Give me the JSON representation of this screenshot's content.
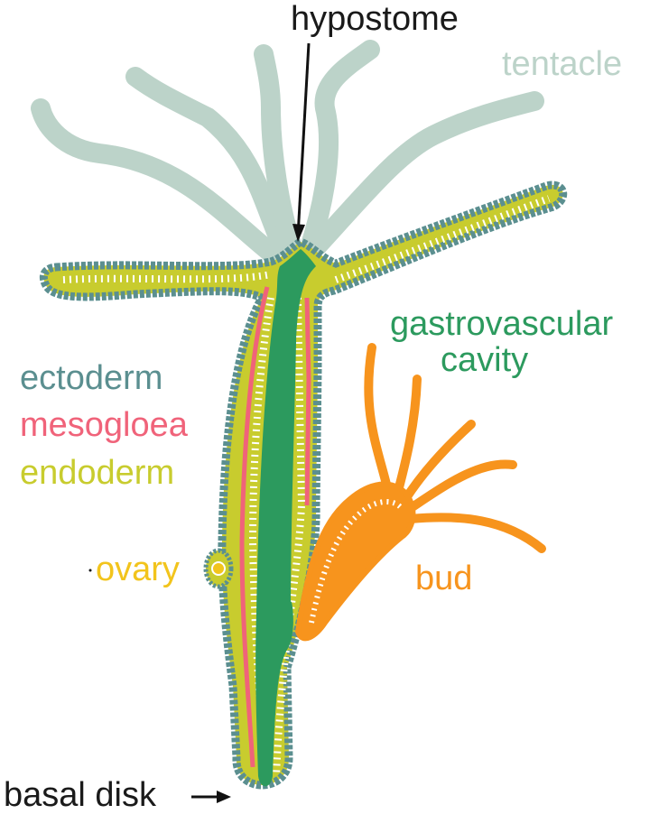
{
  "labels": {
    "hypostome": "hypostome",
    "tentacle": "tentacle",
    "gastrovascular_line1": "gastrovascular",
    "gastrovascular_line2": "cavity",
    "ectoderm": "ectoderm",
    "mesogloea": "mesogloea",
    "endoderm": "endoderm",
    "ovary": "ovary",
    "bud": "bud",
    "basal_disk": "basal disk"
  },
  "colors": {
    "label_text": "#1a1a1a",
    "tentacle": "#bcd3c9",
    "ectoderm": "#5b8f90",
    "mesogloea": "#f0637a",
    "endoderm": "#c8cc2e",
    "gastrovascular": "#2c9a5e",
    "ovary": "#f2c41c",
    "bud": "#f7941d",
    "cell_lines": "#ffffff"
  }
}
